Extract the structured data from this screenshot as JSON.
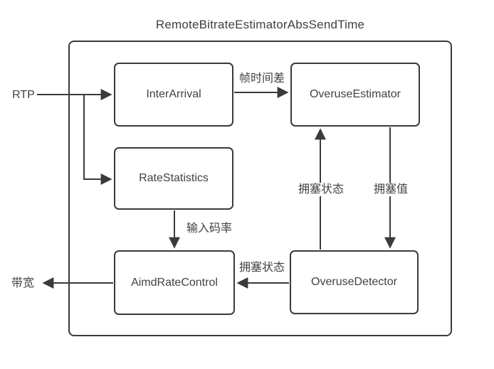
{
  "diagram": {
    "title": "RemoteBitrateEstimatorAbsSendTime",
    "nodes": {
      "inter_arrival": "InterArrival",
      "overuse_estimator": "OveruseEstimator",
      "rate_statistics": "RateStatistics",
      "aimd_rate_control": "AimdRateControl",
      "overuse_detector": "OveruseDetector"
    },
    "edge_labels": {
      "rtp_input": "RTP",
      "frame_time_diff": "帧时间差",
      "congestion_state_up": "拥塞状态",
      "congestion_value": "拥塞值",
      "input_bitrate": "输入码率",
      "congestion_state_left": "拥塞状态",
      "bandwidth_output": "带宽"
    },
    "colors": {
      "line": "#3b3b3b",
      "text": "#424242",
      "background": "#ffffff"
    }
  }
}
